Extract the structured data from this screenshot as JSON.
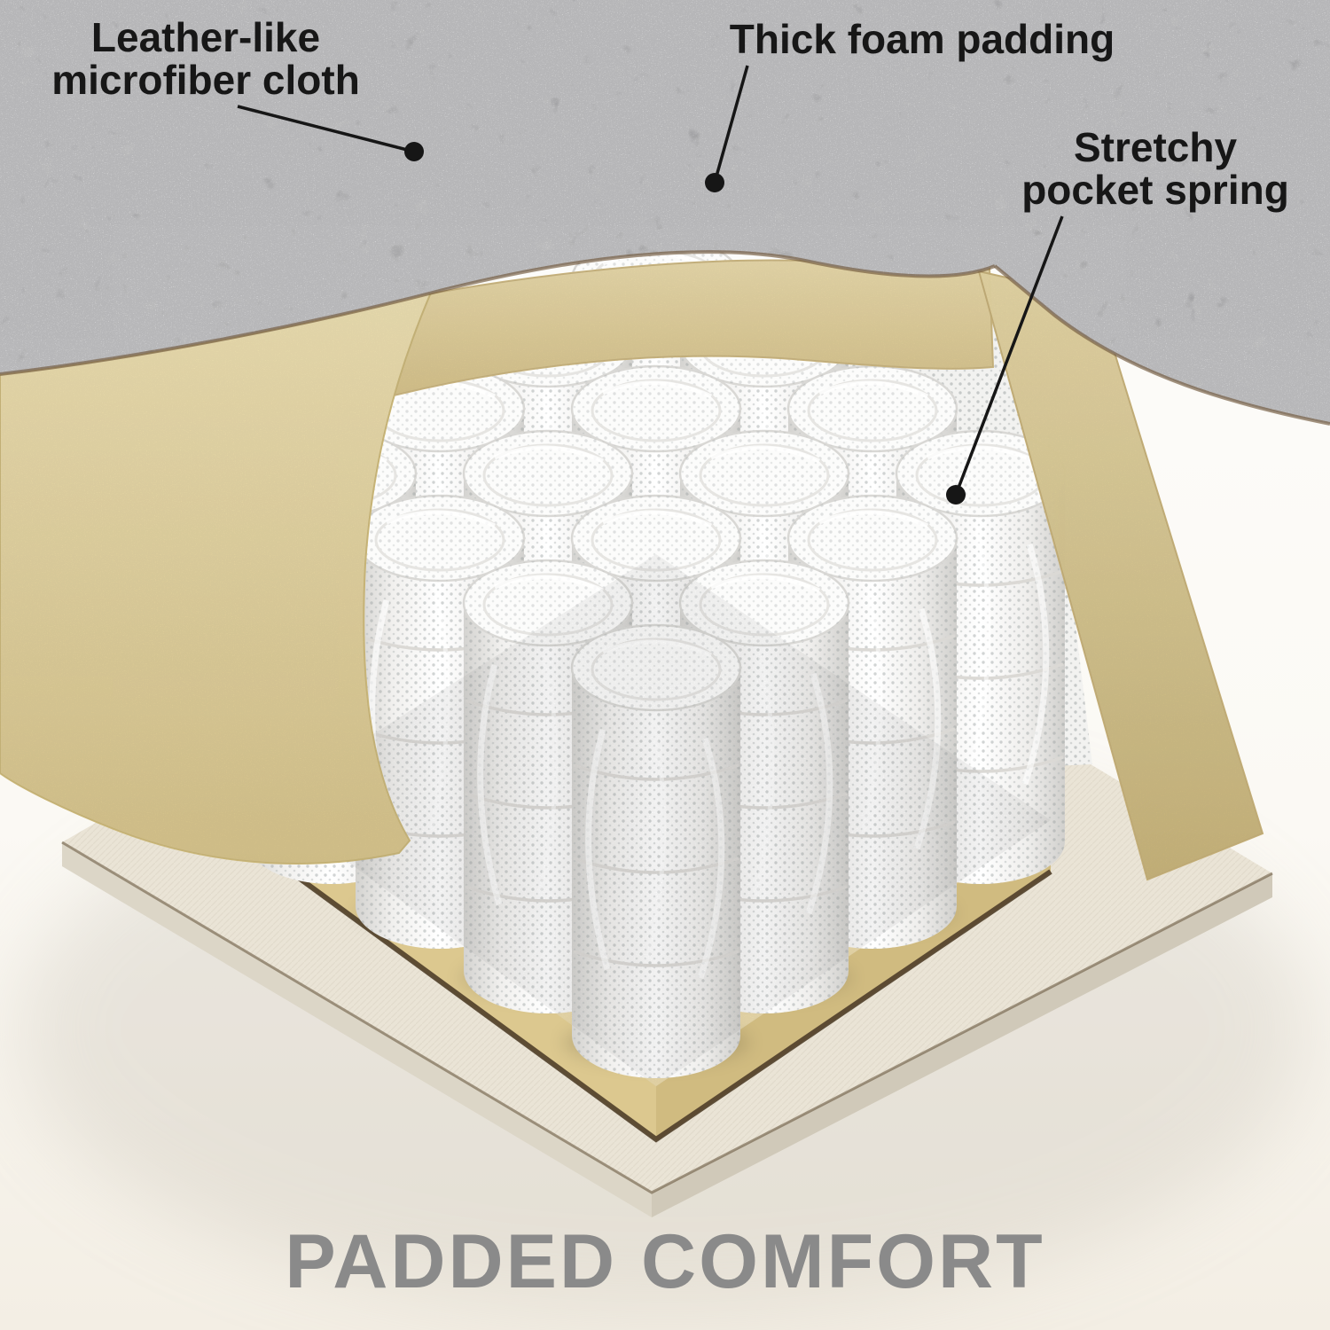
{
  "title": "PADDED COMFORT",
  "callouts": [
    {
      "id": "microfiber-cloth",
      "lines": [
        "Leather-like",
        "microfiber cloth"
      ]
    },
    {
      "id": "foam-padding",
      "lines": [
        "Thick foam padding"
      ]
    },
    {
      "id": "pocket-spring",
      "lines": [
        "Stretchy",
        "pocket spring"
      ]
    }
  ],
  "colors": {
    "cloth_gray": "#c6c6c6",
    "foam_beige": "#e8d8a6",
    "foam_shadow": "#d0bb80",
    "spring_white": "#f7f7f5",
    "bottom_fabric": "#eae4d6",
    "rim_brown": "#4f3e29",
    "title_gray": "#8a8a8a",
    "label_black": "#171717"
  }
}
